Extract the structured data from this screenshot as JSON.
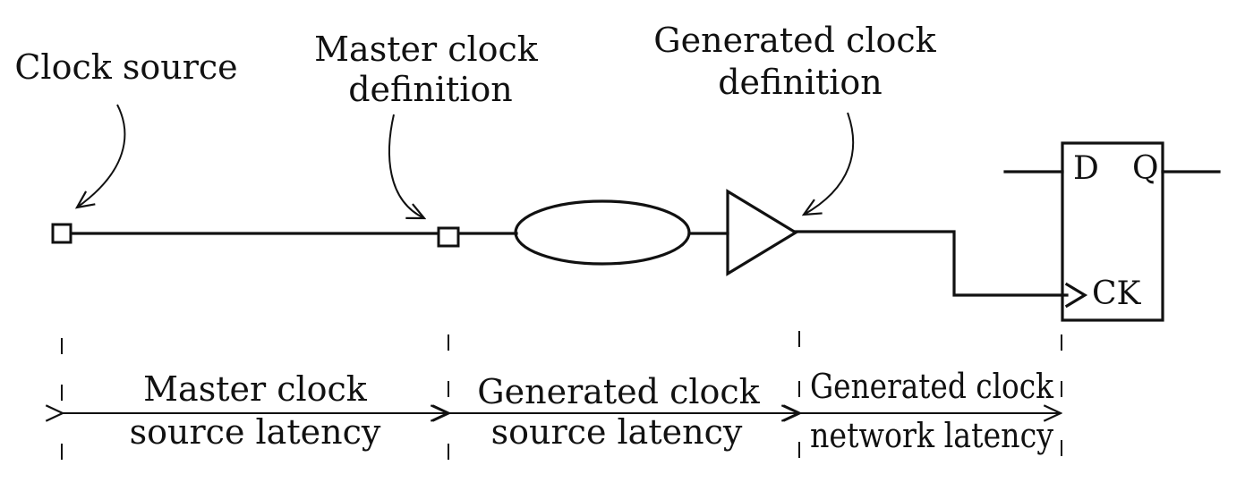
{
  "labels": {
    "clock_source": "Clock source",
    "master_def_line1": "Master clock",
    "master_def_line2": "definition",
    "generated_def_line1": "Generated clock",
    "generated_def_line2": "definition"
  },
  "flipflop": {
    "d": "D",
    "q": "Q",
    "ck": "CK"
  },
  "latencies": {
    "master_source_line1": "Master clock",
    "master_source_line2": "source latency",
    "generated_source_line1": "Generated clock",
    "generated_source_line2": "source latency",
    "generated_network_line1": "Generated clock",
    "generated_network_line2": "network latency"
  }
}
